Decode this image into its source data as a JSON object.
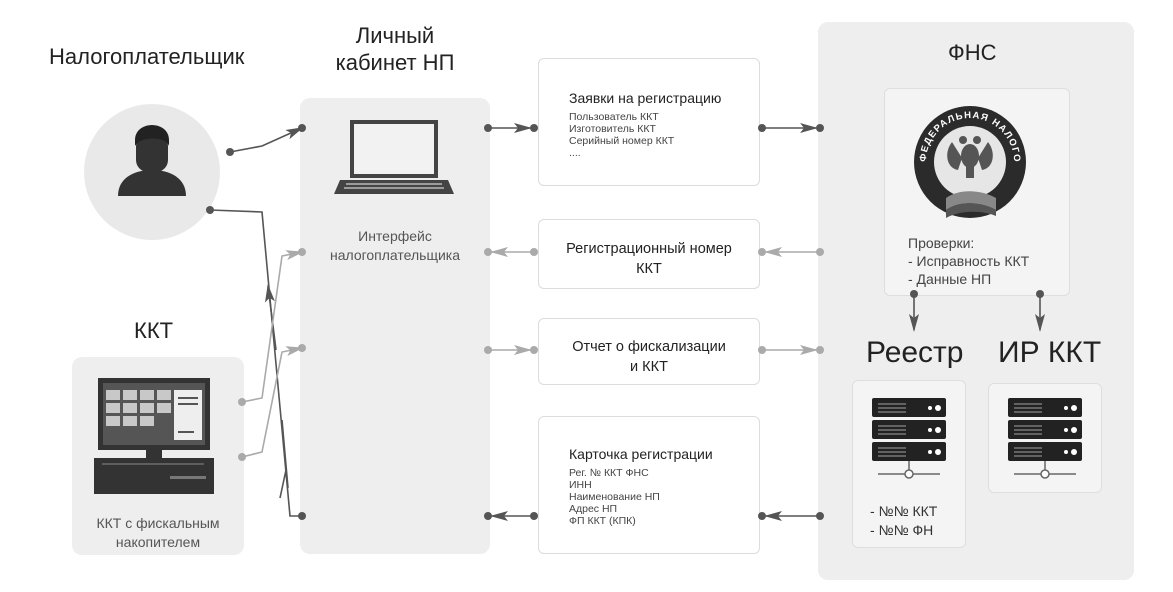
{
  "taxpayer": {
    "title": "Налогоплательщик"
  },
  "cabinet": {
    "title_line1": "Личный",
    "title_line2": "кабинет НП",
    "interface_line1": "Интерфейс",
    "interface_line2": "налогоплательщика"
  },
  "kkt": {
    "title": "ККТ",
    "caption_line1": "ККТ с фискальным",
    "caption_line2": "накопителем"
  },
  "fns": {
    "title": "ФНС",
    "seal_text": "ФЕДЕРАЛЬНАЯ НАЛОГОВАЯ СЛУЖБА",
    "checks_title": "Проверки:",
    "checks": [
      "- Исправность ККТ",
      "- Данные НП"
    ],
    "registry_title": "Реестр",
    "ir_title": "ИР ККТ",
    "registry_items": [
      "- №№ ККТ",
      "- №№ ФН"
    ]
  },
  "messages": {
    "applications": {
      "title": "Заявки на регистрацию",
      "items": [
        "Пользователь ККТ",
        "Изготовитель ККТ",
        "Серийный номер ККТ",
        "...."
      ]
    },
    "reg_number": {
      "line1": "Регистрационный номер",
      "line2": "ККТ"
    },
    "fiscal_report": {
      "line1": "Отчет о фискализации",
      "line2": "и ККТ"
    },
    "reg_card": {
      "title": "Карточка регистрации",
      "items": [
        "Рег. № ККТ ФНС",
        "ИНН",
        "Наименование НП",
        "Адрес НП",
        "ФП ККТ (КПК)"
      ]
    }
  },
  "colors": {
    "panel": "#eeeeee",
    "dark_line": "#555555",
    "light_line": "#aaaaaa",
    "icon_dark": "#333333"
  }
}
